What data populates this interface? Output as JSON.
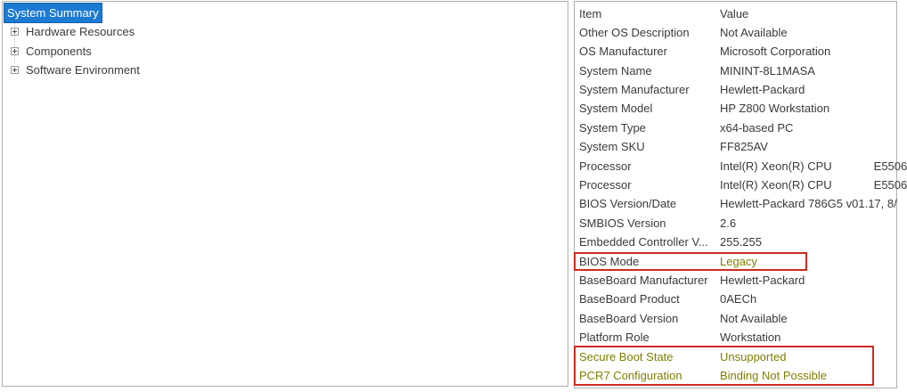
{
  "app": "System Information",
  "colors": {
    "selection_blue": "#1b7ad2",
    "selection_border": "#1261ab",
    "olive_highlight_text": "#7f7f00",
    "annotation_red": "#cd2b20",
    "pane_border": "#b0b0b0",
    "text": "#3a3a3a"
  },
  "tree": {
    "items": [
      {
        "label": "System Summary",
        "selected": true,
        "expandable": false
      },
      {
        "label": "Hardware Resources",
        "selected": false,
        "expandable": true
      },
      {
        "label": "Components",
        "selected": false,
        "expandable": true
      },
      {
        "label": "Software Environment",
        "selected": false,
        "expandable": true
      }
    ]
  },
  "details": {
    "header": {
      "item": "Item",
      "value": "Value"
    },
    "rows": [
      {
        "item": "Other OS Description",
        "value": "Not Available"
      },
      {
        "item": "OS Manufacturer",
        "value": "Microsoft Corporation"
      },
      {
        "item": "System Name",
        "value": "MININT-8L1MASA"
      },
      {
        "item": "System Manufacturer",
        "value": "Hewlett-Packard"
      },
      {
        "item": "System Model",
        "value": "HP Z800 Workstation"
      },
      {
        "item": "System Type",
        "value": "x64-based PC"
      },
      {
        "item": "System SKU",
        "value": "FF825AV"
      },
      {
        "item": "Processor",
        "value": "Intel(R) Xeon(R) CPU             E5506"
      },
      {
        "item": "Processor",
        "value": "Intel(R) Xeon(R) CPU             E5506"
      },
      {
        "item": "BIOS Version/Date",
        "value": "Hewlett-Packard 786G5 v01.17, 8/"
      },
      {
        "item": "SMBIOS Version",
        "value": "2.6"
      },
      {
        "item": "Embedded Controller V...",
        "value": "255.255"
      },
      {
        "item": "BIOS Mode",
        "value": "Legacy"
      },
      {
        "item": "BaseBoard Manufacturer",
        "value": "Hewlett-Packard"
      },
      {
        "item": "BaseBoard Product",
        "value": "0AECh"
      },
      {
        "item": "BaseBoard Version",
        "value": "Not Available"
      },
      {
        "item": "Platform Role",
        "value": "Workstation"
      },
      {
        "item": "Secure Boot State",
        "value": "Unsupported"
      },
      {
        "item": "PCR7 Configuration",
        "value": "Binding Not Possible"
      }
    ]
  }
}
